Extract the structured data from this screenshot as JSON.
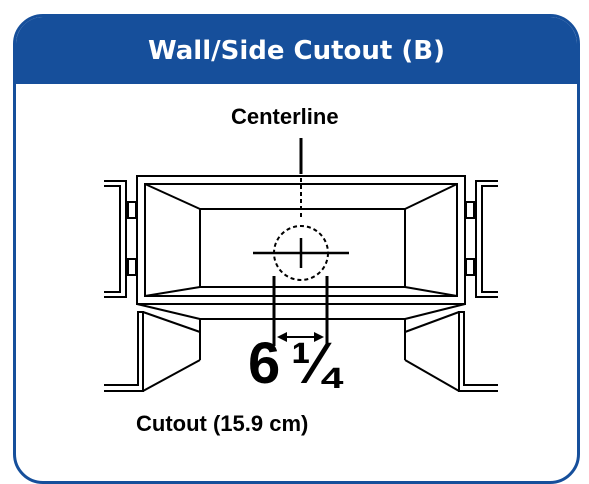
{
  "title": "Wall/Side Cutout (B)",
  "labels": {
    "centerline": "Centerline",
    "dimension_whole": "6",
    "dimension_fraction": "¼",
    "cutout": "Cutout (15.9 cm)"
  },
  "colors": {
    "header_bg": "#164f9b",
    "header_text": "#ffffff",
    "line": "#000000"
  }
}
